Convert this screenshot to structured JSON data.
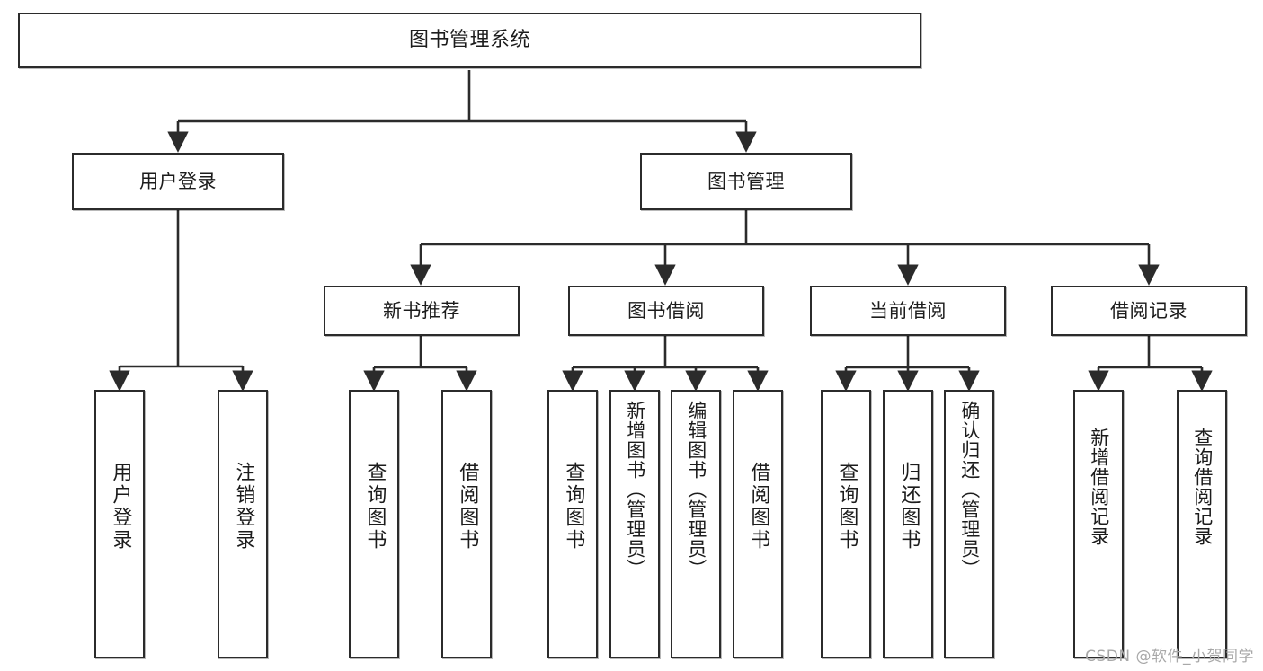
{
  "diagram": {
    "title": "图书管理系统",
    "type": "hierarchy-tree",
    "watermark": "CSDN @软件_小贺同学",
    "colors": {
      "node_border": "#2b2b2b",
      "node_fill": "#ffffff",
      "edge": "#2b2b2b",
      "text": "#1c1c1c",
      "watermark": "#a8a8a8",
      "background": "#ffffff"
    },
    "nodes": {
      "root": {
        "label": "图书管理系统"
      },
      "level2": [
        {
          "id": "user-login",
          "label": "用户登录"
        },
        {
          "id": "book-manage",
          "label": "图书管理"
        }
      ],
      "level3": [
        {
          "id": "new-book-recommend",
          "label": "新书推荐"
        },
        {
          "id": "book-borrow",
          "label": "图书借阅"
        },
        {
          "id": "current-borrow",
          "label": "当前借阅"
        },
        {
          "id": "borrow-record",
          "label": "借阅记录"
        }
      ],
      "leaves": [
        {
          "id": "leaf-user-login",
          "label": "用户登录",
          "parent": "user-login"
        },
        {
          "id": "leaf-user-logout",
          "label": "注销登录",
          "parent": "user-login"
        },
        {
          "id": "leaf-query-book-1",
          "label": "查询图书",
          "parent": "new-book-recommend"
        },
        {
          "id": "leaf-borrow-book-1",
          "label": "借阅图书",
          "parent": "new-book-recommend"
        },
        {
          "id": "leaf-query-book-2",
          "label": "查询图书",
          "parent": "book-borrow"
        },
        {
          "id": "leaf-add-book",
          "label": "新增图书（管理员）",
          "parent": "book-borrow"
        },
        {
          "id": "leaf-edit-book",
          "label": "编辑图书（管理员）",
          "parent": "book-borrow"
        },
        {
          "id": "leaf-borrow-book-2",
          "label": "借阅图书",
          "parent": "book-borrow"
        },
        {
          "id": "leaf-query-book-3",
          "label": "查询图书",
          "parent": "current-borrow"
        },
        {
          "id": "leaf-return-book",
          "label": "归还图书",
          "parent": "current-borrow"
        },
        {
          "id": "leaf-confirm-return",
          "label": "确认归还（管理员）",
          "parent": "current-borrow"
        },
        {
          "id": "leaf-add-record",
          "label": "新增借阅记录",
          "parent": "borrow-record"
        },
        {
          "id": "leaf-query-record",
          "label": "查询借阅记录",
          "parent": "borrow-record"
        }
      ]
    },
    "edges": [
      {
        "from": "root",
        "to": "user-login"
      },
      {
        "from": "root",
        "to": "book-manage"
      },
      {
        "from": "book-manage",
        "to": "new-book-recommend"
      },
      {
        "from": "book-manage",
        "to": "book-borrow"
      },
      {
        "from": "book-manage",
        "to": "current-borrow"
      },
      {
        "from": "book-manage",
        "to": "borrow-record"
      },
      {
        "from": "user-login",
        "to": "leaf-user-login"
      },
      {
        "from": "user-login",
        "to": "leaf-user-logout"
      },
      {
        "from": "new-book-recommend",
        "to": "leaf-query-book-1"
      },
      {
        "from": "new-book-recommend",
        "to": "leaf-borrow-book-1"
      },
      {
        "from": "book-borrow",
        "to": "leaf-query-book-2"
      },
      {
        "from": "book-borrow",
        "to": "leaf-add-book"
      },
      {
        "from": "book-borrow",
        "to": "leaf-edit-book"
      },
      {
        "from": "book-borrow",
        "to": "leaf-borrow-book-2"
      },
      {
        "from": "current-borrow",
        "to": "leaf-query-book-3"
      },
      {
        "from": "current-borrow",
        "to": "leaf-return-book"
      },
      {
        "from": "current-borrow",
        "to": "leaf-confirm-return"
      },
      {
        "from": "borrow-record",
        "to": "leaf-add-record"
      },
      {
        "from": "borrow-record",
        "to": "leaf-query-record"
      }
    ]
  }
}
